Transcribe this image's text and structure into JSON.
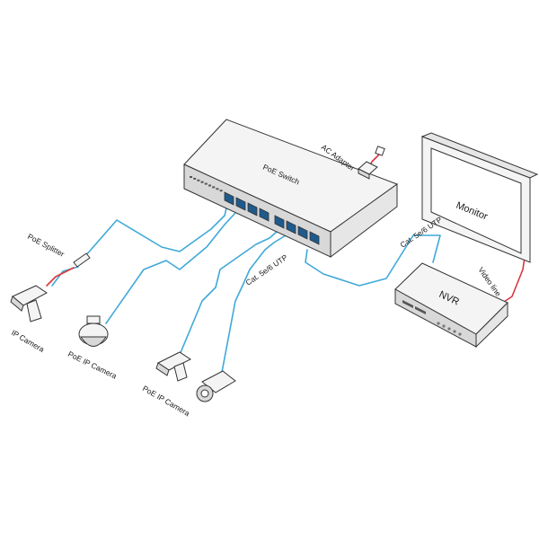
{
  "labels": {
    "poe_switch": "PoE  Switch",
    "ac_adapter": "AC Adapter",
    "monitor": "Monitor",
    "nvr": "NVR",
    "video_line": "Video line",
    "cat_utp_nvr": "Cat. 5e/6 UTP",
    "cat_utp_cameras": "Cat. 5e/6 UTP",
    "poe_splitter": "PoE Splitter",
    "ip_camera": "IP Camera",
    "poe_ip_camera_dome": "PoE IP Camera",
    "poe_ip_camera_pair": "PoE IP Camera"
  },
  "colors": {
    "data_cable": "#3fa9d8",
    "power_cable": "#d9363e",
    "outline": "#333333",
    "device_fill": "#f4f4f4",
    "device_shade": "#d8d8d8",
    "port_fill": "#1e5a8c"
  }
}
